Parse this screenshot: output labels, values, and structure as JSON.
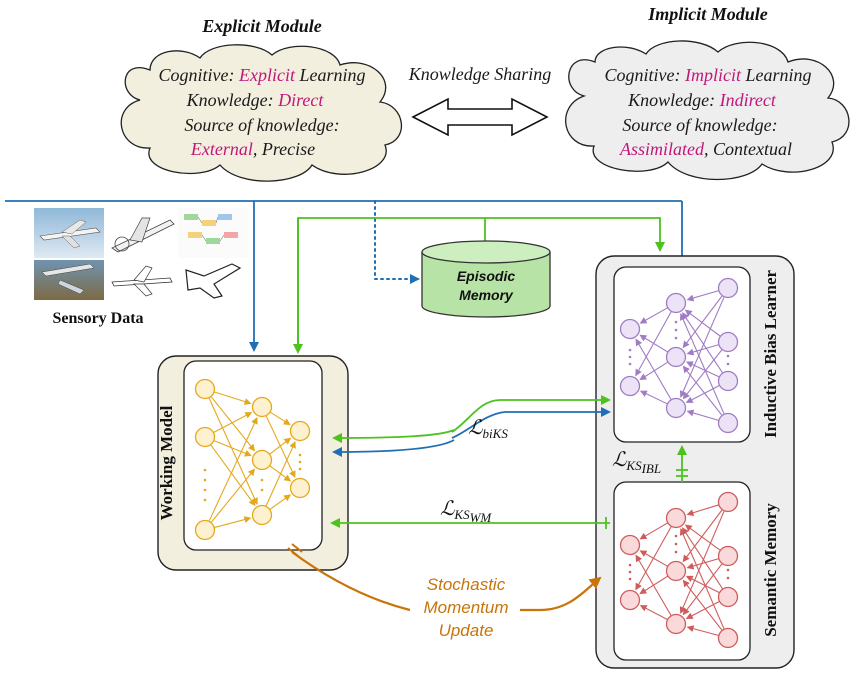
{
  "explicit_module": {
    "title": "Explicit  Module",
    "line1_prefix": "Cognitive: ",
    "line1_highlight": "Explicit",
    "line1_suffix": " Learning",
    "line2_prefix": "Knowledge: ",
    "line2_highlight": "Direct",
    "line3": "Source of knowledge:",
    "line4_highlight": "External",
    "line4_suffix": ", Precise"
  },
  "implicit_module": {
    "title": "Implicit  Module",
    "line1_prefix": "Cognitive: ",
    "line1_highlight": "Implicit",
    "line1_suffix": " Learning",
    "line2_prefix": "Knowledge: ",
    "line2_highlight": "Indirect",
    "line3": "Source of knowledge:",
    "line4_highlight": "Assimilated",
    "line4_suffix": ", Contextual"
  },
  "knowledge_sharing_label": "Knowledge Sharing",
  "sensory_data_label": "Sensory Data",
  "episodic_memory": {
    "line1": "Episodic",
    "line2": "Memory"
  },
  "working_model_label": "Working Model",
  "inductive_bias_label": "Inductive Bias Learner",
  "semantic_memory_label": "Semantic Memory",
  "losses": {
    "bi_ks": {
      "main": "ℒ",
      "sub": "biKS"
    },
    "ks_ibl": {
      "main": "ℒ",
      "sub": "KS",
      "subsub": "IBL"
    },
    "ks_wm": {
      "main": "ℒ",
      "sub": "KS",
      "subsub": "WM"
    }
  },
  "stochastic_update": {
    "line1": "Stochastic",
    "line2": "Momentum",
    "line3": "Update"
  },
  "colors": {
    "highlight": "#c0187a",
    "blue_arrow": "#1f6fb5",
    "green_arrow": "#4cc21f",
    "orange_arrow": "#c87408",
    "working_net": "#e5a81c",
    "ibl_net": "#a07cc4",
    "semantic_net": "#cf5c5c",
    "episodic_fill": "#b8e3a6"
  }
}
